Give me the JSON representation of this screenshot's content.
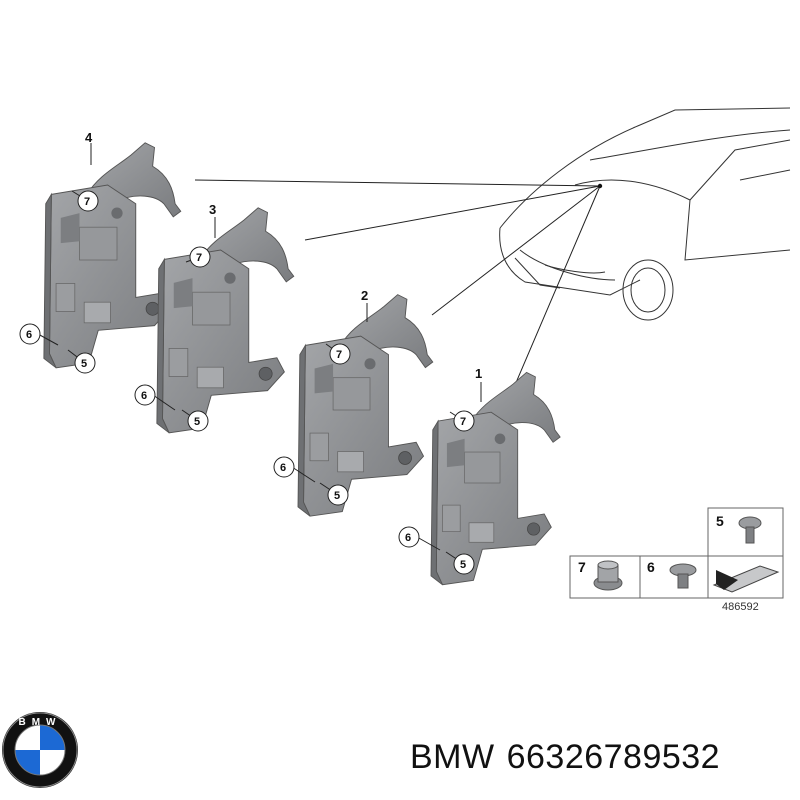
{
  "diagram": {
    "assemblies": [
      {
        "number": "4",
        "fasteners": [
          "7",
          "6",
          "5"
        ]
      },
      {
        "number": "3",
        "fasteners": [
          "7",
          "6",
          "5"
        ]
      },
      {
        "number": "2",
        "fasteners": [
          "7",
          "6",
          "5"
        ]
      },
      {
        "number": "1",
        "fasteners": [
          "7",
          "6",
          "5"
        ]
      }
    ],
    "legend": {
      "items": [
        "5",
        "7",
        "6"
      ],
      "reference": "486592"
    },
    "logo": {
      "text": "BMW",
      "colors": {
        "blue": "#1c69d4",
        "black": "#111111",
        "white": "#ffffff"
      }
    }
  },
  "footer": {
    "brand": "BMW",
    "part_number": "66326789532"
  },
  "colors": {
    "bracket_fill": "#8d8f92",
    "bracket_dark": "#6e7073",
    "bracket_light": "#b4b6b9",
    "line": "#222222"
  }
}
